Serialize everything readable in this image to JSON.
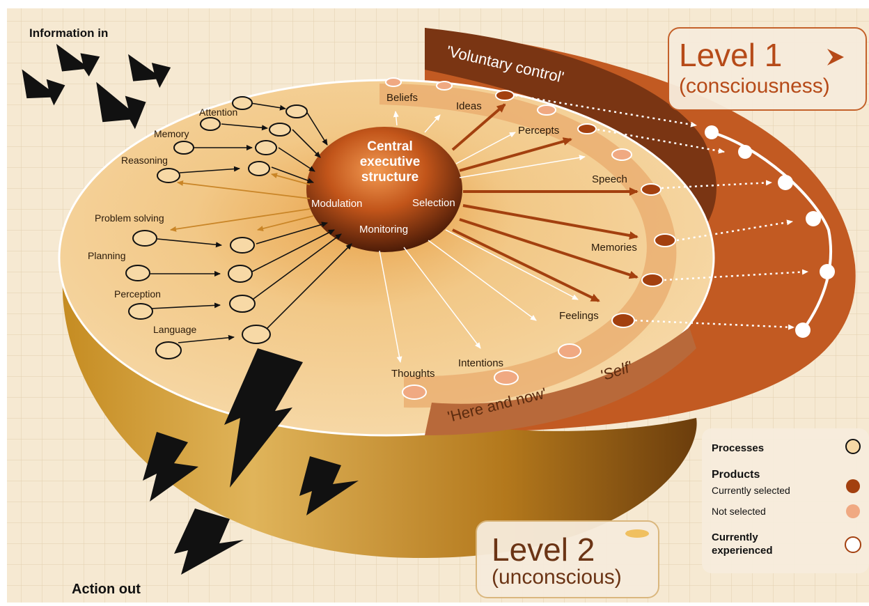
{
  "corner_labels": {
    "information_in": "Information in",
    "action_out": "Action out"
  },
  "core": {
    "title_lines": [
      "Central",
      "executive",
      "structure"
    ],
    "modulation": "Modulation",
    "selection": "Selection",
    "monitoring": "Monitoring"
  },
  "processes": [
    "Attention",
    "Memory",
    "Reasoning",
    "Problem solving",
    "Planning",
    "Perception",
    "Language"
  ],
  "products": [
    "Beliefs",
    "Ideas",
    "Percepts",
    "Speech",
    "Memories",
    "Feelings",
    "Intentions",
    "Thoughts"
  ],
  "band_labels": {
    "voluntary_control": "'Voluntary control'",
    "here_and_now": "'Here and now'",
    "self": "'Self'"
  },
  "level1": {
    "title": "Level 1",
    "subtitle": "(consciousness)"
  },
  "level2": {
    "title": "Level 2",
    "subtitle": "(unconscious)"
  },
  "legend": {
    "processes": "Processes",
    "products": "Products",
    "currently_selected": "Currently selected",
    "not_selected": "Not selected",
    "currently_experienced": "Currently experienced"
  },
  "colors": {
    "grid_background": "#f6e9d2",
    "disk_top": "#f2c887",
    "core": "#b8480f",
    "selected_product": "#a3400f",
    "not_selected_product": "#f0a982",
    "level1_band": "#c25a22",
    "voluntary_band": "#7a3513",
    "title_brown": "#6b3415"
  }
}
